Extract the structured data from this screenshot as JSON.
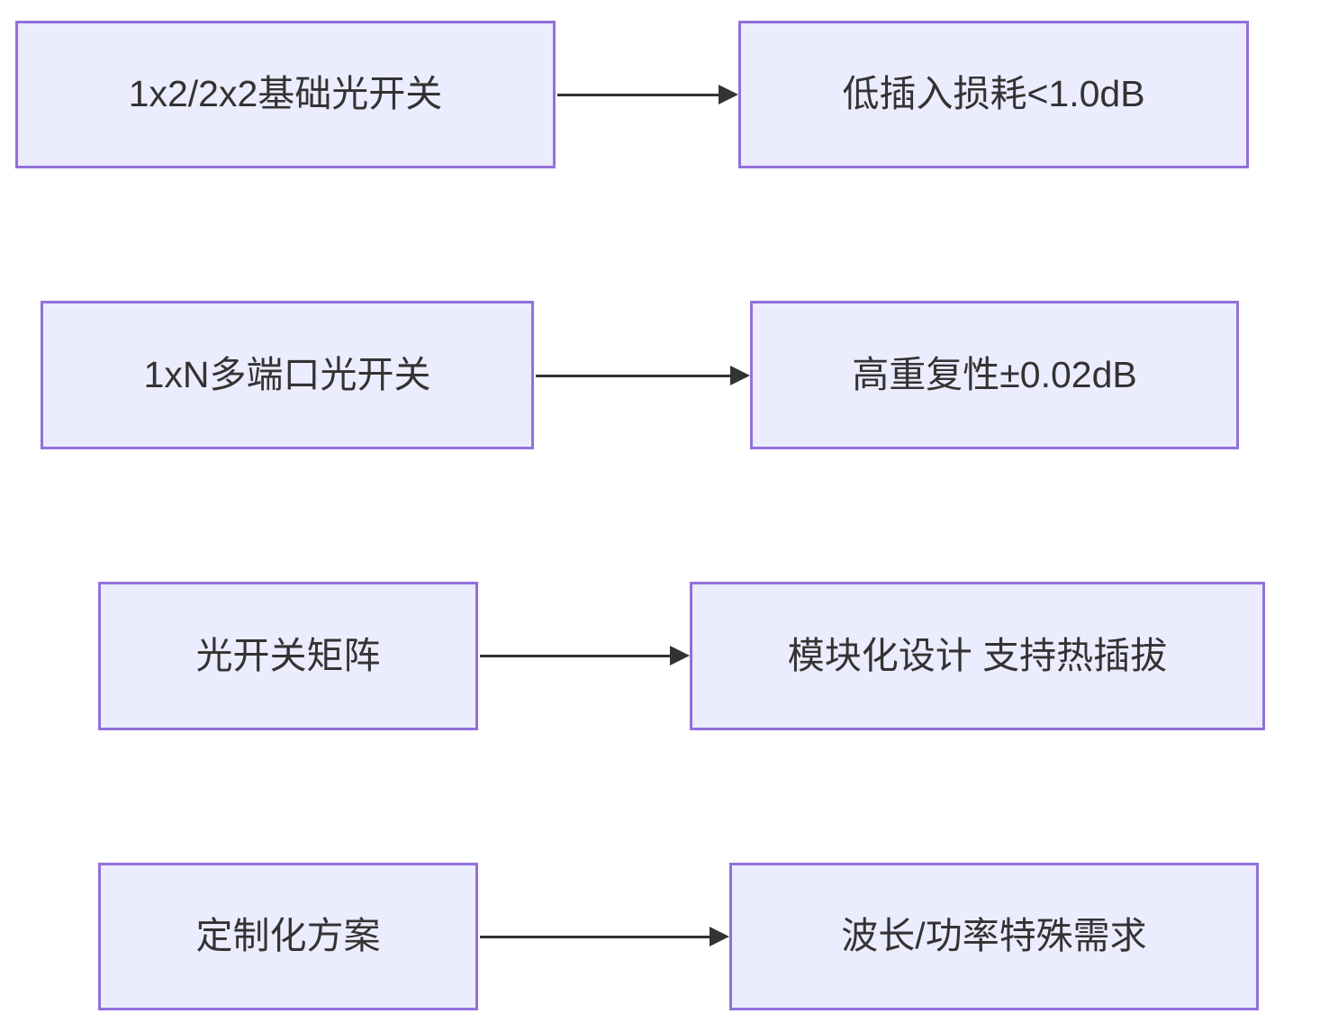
{
  "diagram": {
    "type": "flowchart-lr",
    "colors": {
      "node_fill": "#ECECFF",
      "node_border": "#9370DB",
      "arrow_color": "#333333",
      "text_color": "#333333",
      "page_bg": "#ffffff"
    },
    "rows": [
      {
        "source": {
          "label": "1x2/2x2基础光开关"
        },
        "target": {
          "label": "低插入损耗<1.0dB"
        }
      },
      {
        "source": {
          "label": "1xN多端口光开关"
        },
        "target": {
          "label": "高重复性±0.02dB"
        }
      },
      {
        "source": {
          "label": "光开关矩阵"
        },
        "target": {
          "label": "模块化设计 支持热插拔"
        }
      },
      {
        "source": {
          "label": "定制化方案"
        },
        "target": {
          "label": "波长/功率特殊需求"
        }
      }
    ]
  }
}
